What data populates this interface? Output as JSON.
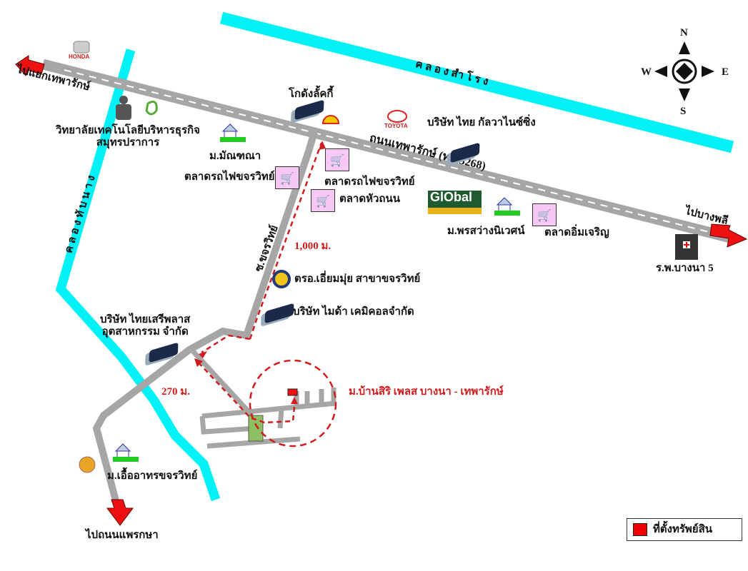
{
  "colors": {
    "canal": "#00f2f7",
    "road": "#a6a6a6",
    "route": "#d01c1c",
    "arrow": "#ee1111",
    "lot": "#8cc063",
    "property": "#ee1111"
  },
  "compass": {
    "n": "N",
    "s": "S",
    "e": "E",
    "w": "W"
  },
  "roads": {
    "main": "ถนนเทพารักษ์ (ทล.3268)",
    "soi": "ซ.ขจรวิทย์"
  },
  "canals": {
    "top": "คลองสำโรง",
    "left": "คลองทับนาง"
  },
  "directions": {
    "west": "ไปแยกเทพารักษ์",
    "east": "ไปบางพลี",
    "south": "ไปถนนแพรกษา"
  },
  "brands": {
    "honda": "HONDA",
    "toyota": "TOYOTA",
    "global": "GlObal"
  },
  "places": {
    "college": "วิทยาลัยเทคโนโลยีบริหารธุรกิจ\nสมุทรปราการ",
    "godown": "โกดังลั้คกี้",
    "manthana": "ม.มัณฑณา",
    "market1": "ตลาดรถไฟขจรวิทย์",
    "market2": "ตลาดรถไฟขจรวิทย์",
    "market3": "ตลาดหัวถนน",
    "thai_glovers": "บริษัท ไทย กัลวาไนซ์ซิ่ง",
    "pornsawang": "ม.พรสว่างนิเวศน์",
    "imcharoen": "ตลาดอิ่มเจริญ",
    "hospital": "ร.พ.บางนา 5",
    "police": "ตรอ.เอี่ยมมุ่ย สาขาขจรวิทย์",
    "maida": "บริษัท ไมด้า เคมิคอลจำกัด",
    "thaiserplas": "บริษัท ไทยเสรีพลาส\nอุตสาหกรรม จำกัด",
    "euaarthorn": "ม.เอื้ออาทรขจรวิทย์",
    "project": "ม.บ้านสิริ เพลส บางนา - เทพารักษ์"
  },
  "distances": {
    "d1": "1,000 ม.",
    "d2": "270 ม."
  },
  "legend": {
    "label": "ที่ตั้งทรัพย์สิน"
  }
}
